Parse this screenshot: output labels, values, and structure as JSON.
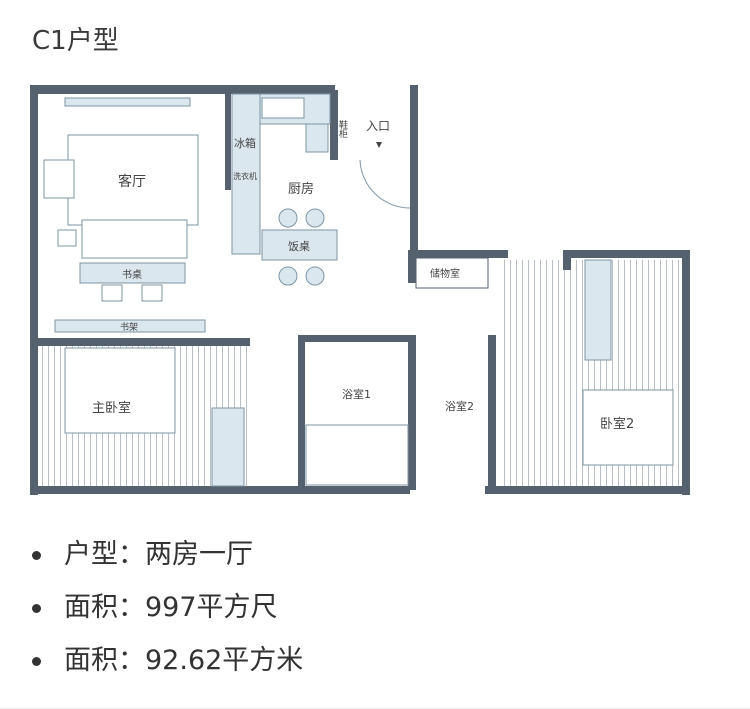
{
  "title": "C1户型",
  "plan_labels": {
    "living": "客厅",
    "kitchen": "厨房",
    "dining": "饭桌",
    "fridge": "冰箱",
    "washer": "洗衣机",
    "entrance": "入口",
    "shoe": "鞋柜",
    "desk": "书桌",
    "shelf": "书架",
    "storage": "储物室",
    "master": "主卧室",
    "bath1": "浴室1",
    "bath2": "浴室2",
    "bedroom2": "卧室2"
  },
  "specs": [
    {
      "label": "户型：两房一厅"
    },
    {
      "label": "面积：997平方尺"
    },
    {
      "label": "面积：92.62平方米"
    }
  ],
  "colors": {
    "wall": "#566170",
    "furniture_fill": "#dbe7ef",
    "furniture_stroke": "#7d95a6",
    "floor_lines": "#b9bfc6"
  }
}
